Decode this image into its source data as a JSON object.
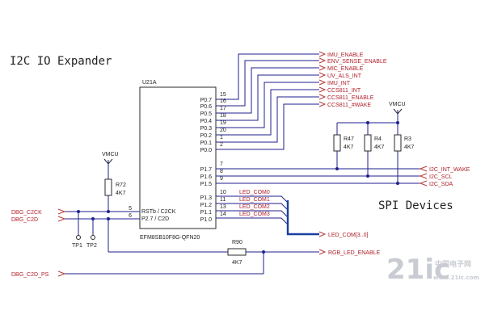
{
  "title_left": "I2C IO Expander",
  "title_right": "SPI Devices",
  "ic": {
    "ref": "U21A",
    "part": "EFM8SB10F8G-QFN20",
    "pins_right": [
      {
        "name": "P0.7",
        "num": "15",
        "net": "IMU_ENABLE"
      },
      {
        "name": "P0.6",
        "num": "16",
        "net": "ENV_SENSE_ENABLE"
      },
      {
        "name": "P0.5",
        "num": "17",
        "net": "MIC_ENABLE"
      },
      {
        "name": "P0.4",
        "num": "18",
        "net": "UV_ALS_INT"
      },
      {
        "name": "P0.3",
        "num": "19",
        "net": "IMU_INT"
      },
      {
        "name": "P0.2",
        "num": "20",
        "net": "CCS811_INT"
      },
      {
        "name": "P0.1",
        "num": "1",
        "net": "CCS811_ENABLE"
      },
      {
        "name": "P0.0",
        "num": "2",
        "net": "CCS811_#WAKE"
      }
    ],
    "pins_i2c": [
      {
        "name": "P1.7",
        "num": "7",
        "net": "I2C_INT_WAKE"
      },
      {
        "name": "P1.6",
        "num": "8",
        "net": "I2C_SCL"
      },
      {
        "name": "P1.5",
        "num": "9",
        "net": "I2C_SDA"
      }
    ],
    "pins_led": [
      {
        "name": "P1.3",
        "num": "10",
        "net": "LED_COM0"
      },
      {
        "name": "P1.2",
        "num": "11",
        "net": "LED_COM1"
      },
      {
        "name": "P1.1",
        "num": "13",
        "net": "LED_COM2"
      },
      {
        "name": "P1.0",
        "num": "14",
        "net": "LED_COM3"
      }
    ],
    "pins_left": [
      {
        "name": "RSTb / C2CK",
        "num": "5"
      },
      {
        "name": "P2.7 / C2D",
        "num": "6"
      }
    ]
  },
  "resistors": {
    "r47": {
      "ref": "R47",
      "value": "4K7"
    },
    "r4": {
      "ref": "R4",
      "value": "4K7"
    },
    "r3": {
      "ref": "R3",
      "value": "4K7"
    },
    "r72": {
      "ref": "R72",
      "value": "4K7"
    },
    "r90": {
      "ref": "R90",
      "value": "4K7"
    }
  },
  "power": {
    "vmcu_right": "VMCU",
    "vmcu_left": "VMCU"
  },
  "nets": {
    "dbg_c2ck": "DBG_C2CK",
    "dbg_c2d": "DBG_C2D",
    "dbg_c2d_ps": "DBG_C2D_PS",
    "led_bus": "LED_COM[3..0]",
    "rgb_led_enable": "RGB_LED_ENABLE"
  },
  "testpoints": [
    "TP1",
    "TP2"
  ],
  "watermark": {
    "main": "21ic",
    "sub": "中国电子网",
    "url": "www.21ic.com"
  },
  "colors": {
    "wire": "#1f1f8f",
    "net_label": "#b0202a",
    "bus": "#1a3fa0"
  }
}
